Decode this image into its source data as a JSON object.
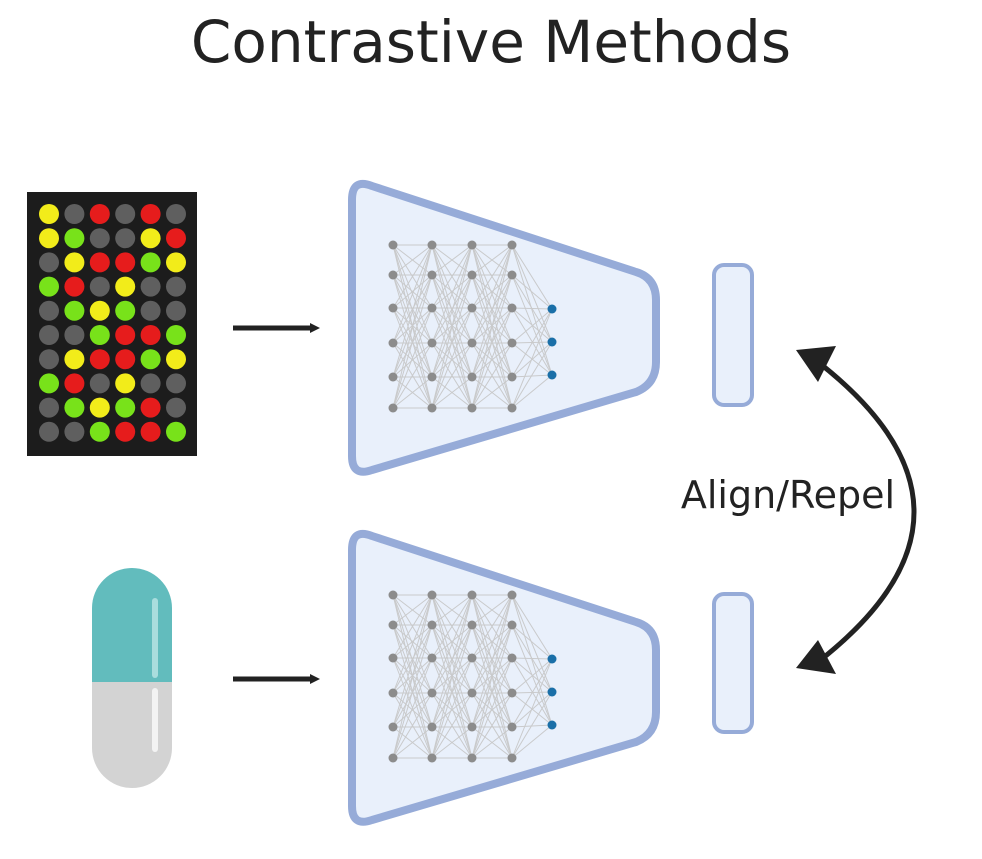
{
  "title": "Contrastive Methods",
  "arrow_label": "Align/Repel",
  "colors": {
    "encoder_fill": "#e9f0fb",
    "encoder_stroke": "#96abd8",
    "node": "#8c8c8c",
    "output_node": "#1a6fa8",
    "arrow": "#222222",
    "capsule_top": "#62bcbd",
    "capsule_bottom": "#d3d3d3",
    "microarray_bg": "#1c1c1c"
  },
  "microarray": {
    "rows": [
      [
        "yellow",
        "gray",
        "red",
        "gray",
        "red",
        "gray"
      ],
      [
        "yellow",
        "green",
        "gray",
        "gray",
        "yellow",
        "red"
      ],
      [
        "gray",
        "yellow",
        "red",
        "red",
        "green",
        "yellow"
      ],
      [
        "green",
        "red",
        "gray",
        "yellow",
        "gray",
        "gray"
      ],
      [
        "gray",
        "green",
        "yellow",
        "green",
        "gray",
        "gray"
      ],
      [
        "gray",
        "gray",
        "green",
        "red",
        "red",
        "green"
      ],
      [
        "gray",
        "yellow",
        "red",
        "red",
        "green",
        "yellow"
      ],
      [
        "green",
        "red",
        "gray",
        "yellow",
        "gray",
        "gray"
      ],
      [
        "gray",
        "green",
        "yellow",
        "green",
        "red",
        "gray"
      ],
      [
        "gray",
        "gray",
        "green",
        "red",
        "red",
        "green"
      ]
    ],
    "palette": {
      "yellow": "#f2ec1a",
      "red": "#e61c1c",
      "green": "#78e21a",
      "gray": "#5f5f5f"
    }
  },
  "icons": {
    "input_top": "microarray-icon",
    "input_bottom": "capsule-pill-icon",
    "encoder": "neural-network-icon",
    "embedding": "embedding-vector-icon",
    "curve_arrow": "double-headed-curved-arrow-icon"
  }
}
